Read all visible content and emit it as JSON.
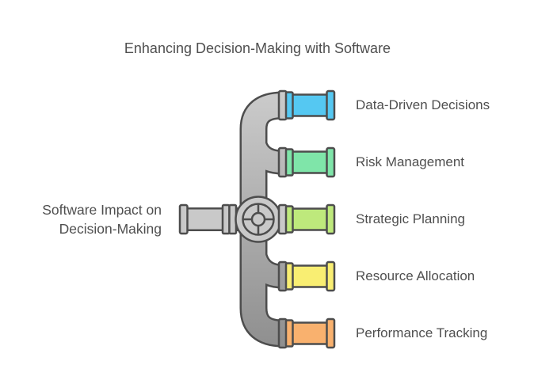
{
  "title": "Enhancing Decision-Making with Software",
  "source_label": "Software Impact on\nDecision-Making",
  "branches": [
    {
      "label": "Data-Driven Decisions",
      "color": "#55C8F2"
    },
    {
      "label": "Risk Management",
      "color": "#7FE5A9"
    },
    {
      "label": "Strategic Planning",
      "color": "#BEE97C"
    },
    {
      "label": "Resource Allocation",
      "color": "#F9EE72"
    },
    {
      "label": "Performance Tracking",
      "color": "#F9B16E"
    }
  ],
  "colors": {
    "background": "#ffffff",
    "outline": "#4d4d4d",
    "pipe_gray_light": "#cccccc",
    "pipe_gray_dark": "#8d8d8d",
    "pipe_gray_flat": "#c9c9c9",
    "text_color": "#4f4f4f"
  }
}
